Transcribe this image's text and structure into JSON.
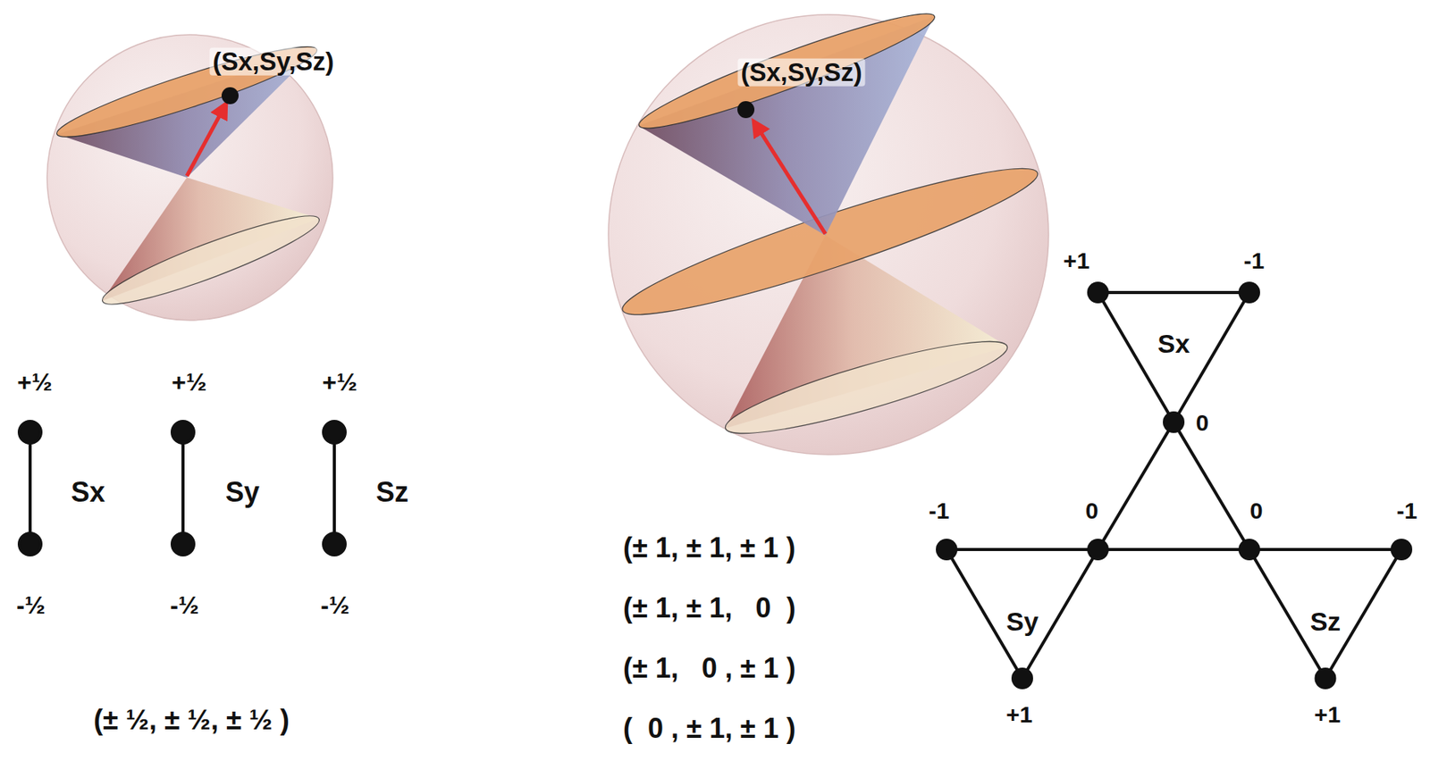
{
  "diagram": {
    "nodes": [
      {
        "text": [
          "Sx"
        ]
      },
      {
        "text": [
          "Sy"
        ]
      },
      {
        "text": [
          "Sz"
        ]
      }
    ],
    "edges": [
      {
        "from": 0,
        "to": 1,
        "arrow": "none"
      },
      {
        "from": 0,
        "to": 2,
        "arrow": "none"
      },
      {
        "from": 1,
        "to": 2,
        "arrow": "none"
      }
    ],
    "labels": [
      "(Sx,Sy,Sz)",
      "(Sx,Sy,Sz)",
      "+1",
      "-1",
      "+½",
      "+½",
      "+½",
      "0",
      "Sx",
      "Sy",
      "Sz",
      "-1",
      "0",
      "0",
      "-1",
      "-½",
      "-½",
      "-½",
      "(± 1, ± 1, ± 1 )",
      "(± 1, ± 1,   0  )",
      "(± 1,   0 , ± 1 )",
      "(± ½, ± ½, ± ½ )",
      "(  0 , ± 1, ± 1 )",
      "+1",
      "+1"
    ]
  }
}
